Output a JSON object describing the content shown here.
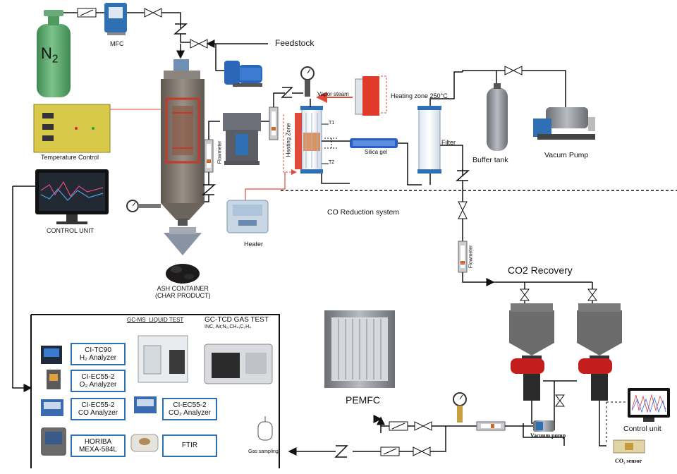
{
  "labels": {
    "n2": "N",
    "n2_sub": "2",
    "mfc": "MFC",
    "feedstock": "Feedstock",
    "vapor_steam": "Vapor steam",
    "heating_zone_250": "Heating zone 250°C",
    "t1": "T1",
    "t2": "T2",
    "heating_zone": "Heating Zone",
    "silica_gel": "Silica gel",
    "filter": "Filter",
    "buffer_tank": "Buffer tank",
    "vacuum_pump_top": "Vacum Pump",
    "temperature_control": "Temperature Control",
    "control_unit_left": "CONTROL UNIT",
    "flowmeter": "Flowmeter",
    "flowmeter_right": "Flowmeter",
    "co_reduction": "CO Reduction system",
    "heater": "Heater",
    "ash_container_1": "ASH CONTAINER",
    "ash_container_2": "(CHAR PRODUCT)",
    "co2_recovery": "CO2 Recovery",
    "gcms": "GC-MS_LIQUID TEST",
    "gctcd": "GC-TCD GAS TEST",
    "gctcd_sub": "INC, Air,N₂,CH₄,C₂H₄",
    "pemfc": "PEMFC",
    "vacuum_pump_bottom": "Vacuum pump",
    "control_unit_right": "Control unit",
    "co2_sensor": "CO₂ sensor",
    "gas_sampling": "Gas sampling"
  },
  "analyzers": {
    "h2_name": "CI-TC90",
    "h2_desc": "H₂ Analyzer",
    "o2_name": "CI-EC55-2",
    "o2_desc": "O₂ Analyzer",
    "co_name": "CI-EC55-2",
    "co_desc": "CO Analyzer",
    "co2_name": "CI-EC55-2",
    "co2_desc": "CO₂ Analyzer",
    "horiba_name": "HORIBA",
    "horiba_desc": "MEXA-584L",
    "ftir": "FTIR"
  },
  "colors": {
    "line": "#111111",
    "accent_blue": "#2f6fb3",
    "reactor": "#7a7268",
    "reactor_heat": "#c23a2a",
    "gas_cylinder": "#5aa86a",
    "panel_yellow": "#d9c94a",
    "red_line": "#e04a3a"
  }
}
